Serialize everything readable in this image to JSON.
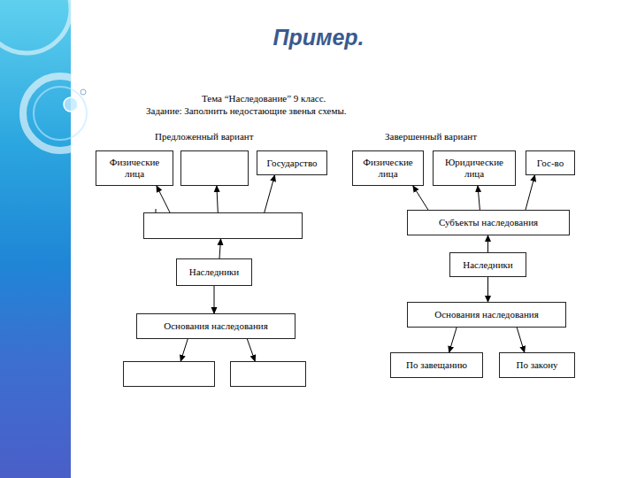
{
  "diagram": {
    "title": "Пример.",
    "nodes": [
      {
        "text": [
          "Физические лица"
        ]
      },
      {
        "text": []
      },
      {
        "text": [
          "Государство"
        ]
      },
      {
        "text": []
      },
      {
        "text": [
          "Наследники"
        ]
      },
      {
        "text": [
          "Основания наследования"
        ]
      },
      {
        "text": []
      },
      {
        "text": []
      },
      {
        "text": [
          "Физические лица"
        ]
      },
      {
        "text": [
          "Юридические лица"
        ]
      },
      {
        "text": [
          "Гос-во"
        ]
      },
      {
        "text": [
          "Субъекты наследования"
        ]
      },
      {
        "text": [
          "Наследники"
        ]
      },
      {
        "text": [
          "Основания наследования"
        ]
      },
      {
        "text": [
          "По завещанию"
        ]
      },
      {
        "text": [
          "По закону"
        ]
      }
    ],
    "edges": [
      {
        "from": 3,
        "to": 0,
        "arrow": "to"
      },
      {
        "from": 3,
        "to": 1,
        "arrow": "to"
      },
      {
        "from": 3,
        "to": 2,
        "arrow": "to"
      },
      {
        "from": 4,
        "to": 3,
        "arrow": "to"
      },
      {
        "from": 4,
        "to": 5,
        "arrow": "to"
      },
      {
        "from": 5,
        "to": 6,
        "arrow": "to"
      },
      {
        "from": 5,
        "to": 7,
        "arrow": "to"
      },
      {
        "from": 11,
        "to": 8,
        "arrow": "to"
      },
      {
        "from": 11,
        "to": 9,
        "arrow": "to"
      },
      {
        "from": 11,
        "to": 10,
        "arrow": "to"
      },
      {
        "from": 12,
        "to": 11,
        "arrow": "to"
      },
      {
        "from": 12,
        "to": 13,
        "arrow": "to"
      },
      {
        "from": 13,
        "to": 14,
        "arrow": "to"
      },
      {
        "from": 13,
        "to": 15,
        "arrow": "to"
      }
    ],
    "labels": [
      "Тема “Наследование” 9 класс.",
      "Задание: Заполнить недостающие звенья схемы.",
      "Предложенный вариант",
      "Завершенный вариант"
    ]
  }
}
